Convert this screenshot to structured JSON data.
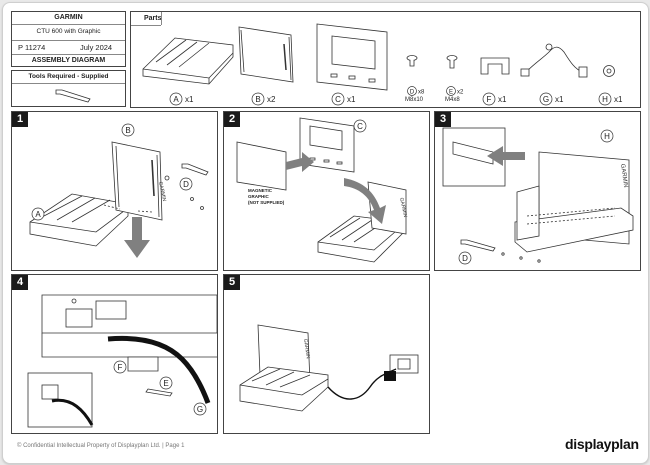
{
  "title_block": {
    "brand": "GARMIN",
    "product": "CTU 600 with Graphic",
    "part_no": "P 11274",
    "date": "July 2024",
    "doc_title": "ASSEMBLY DIAGRAM"
  },
  "tools": {
    "heading": "Tools Required - Supplied"
  },
  "parts": {
    "heading": "Parts",
    "items": [
      {
        "letter": "A",
        "qty": "x1"
      },
      {
        "letter": "B",
        "qty": "x2"
      },
      {
        "letter": "C",
        "qty": "x1"
      },
      {
        "letter": "D",
        "qty": "x8",
        "spec": "M8x10"
      },
      {
        "letter": "E",
        "qty": "x2",
        "spec": "M4x8"
      },
      {
        "letter": "F",
        "qty": "x1"
      },
      {
        "letter": "G",
        "qty": "x1"
      },
      {
        "letter": "H",
        "qty": "x1"
      }
    ]
  },
  "steps": [
    {
      "number": "1",
      "labels": [
        "A",
        "B",
        "D"
      ]
    },
    {
      "number": "2",
      "labels": [
        "C"
      ],
      "note": [
        "MAGNETIC",
        "GRAPHIC",
        "(NOT SUPPLIED)"
      ]
    },
    {
      "number": "3",
      "labels": [
        "H",
        "D"
      ]
    },
    {
      "number": "4",
      "labels": [
        "F",
        "E",
        "G"
      ]
    },
    {
      "number": "5",
      "labels": []
    }
  ],
  "product_print": "GARMIN",
  "footer": {
    "confidential": "© Confidential Intellectual Property of Displayplan Ltd. | Page 1",
    "logo": "displayplan"
  },
  "colors": {
    "line": "#333333",
    "step_badge": "#1a1a1a",
    "arrow": "#808080"
  }
}
